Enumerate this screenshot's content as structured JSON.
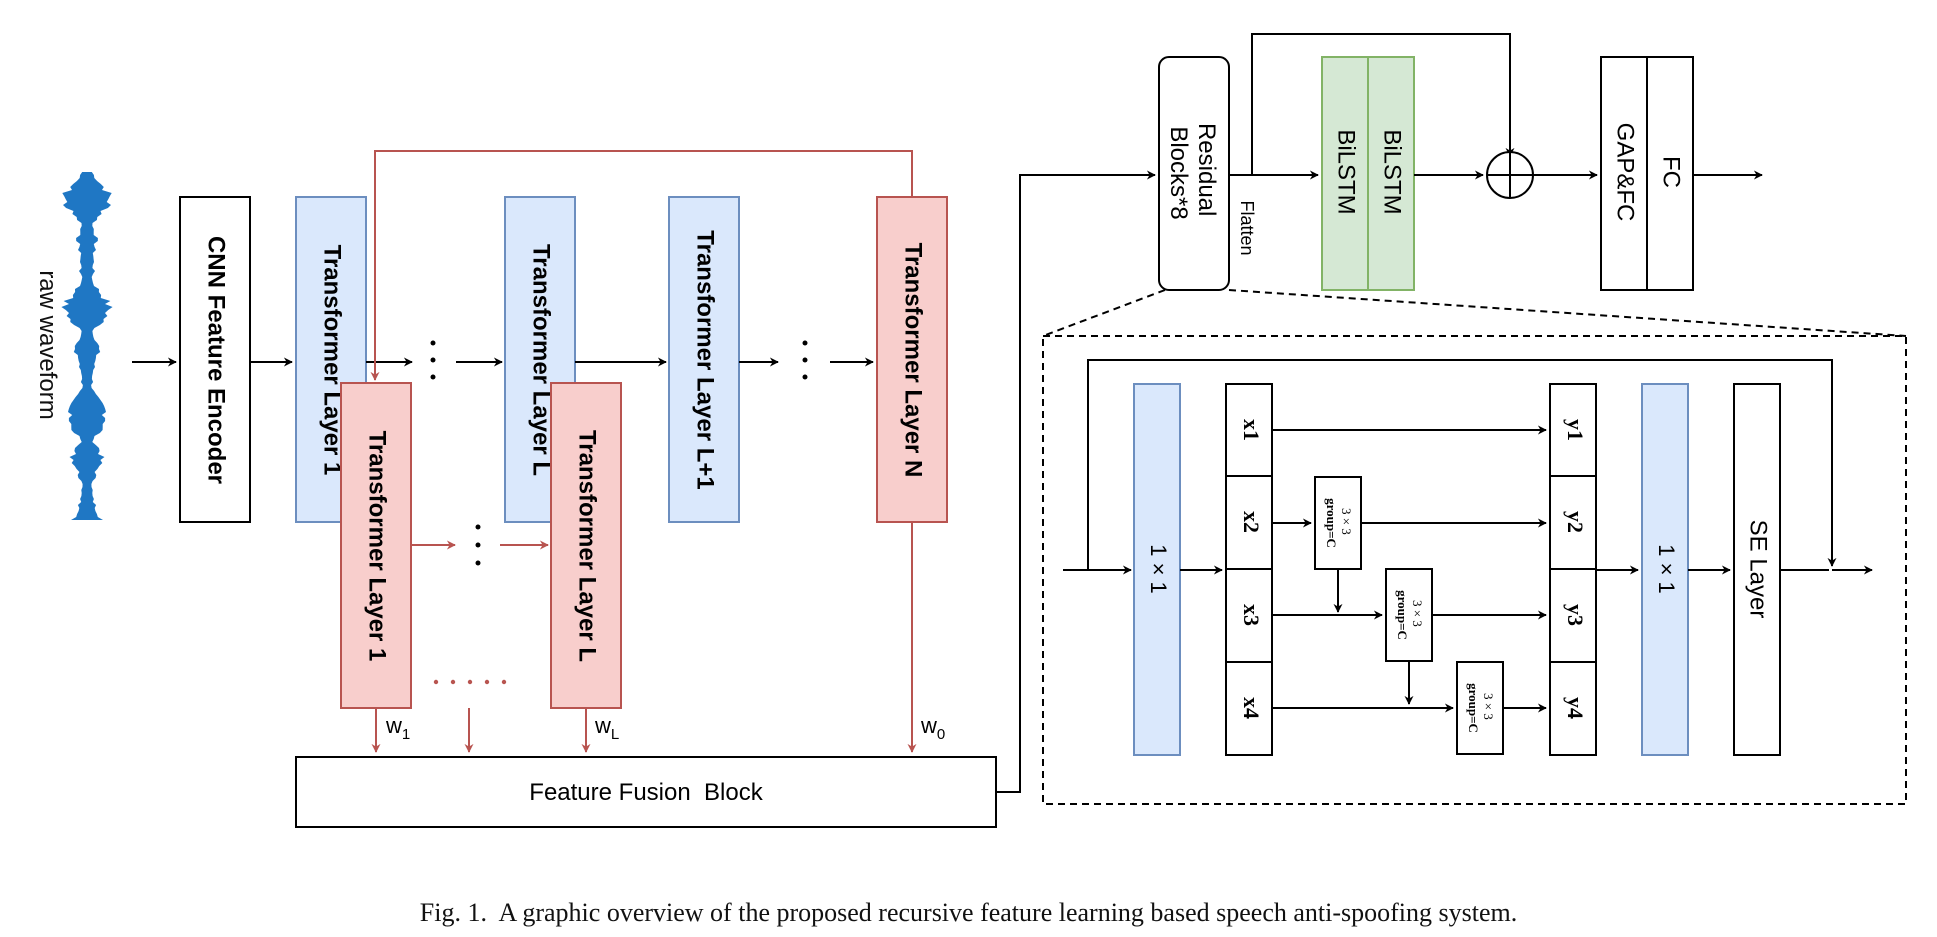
{
  "labels": {
    "raw_waveform": "raw waveform",
    "cnn_encoder": "CNN Feature Encoder",
    "tf_layer_1": "Transformer Layer 1",
    "tf_layer_L": "Transformer Layer L",
    "tf_layer_L1": "Transformer Layer L+1",
    "tf_layer_N": "Transformer Layer N",
    "rec_layer_1": "Transformer Layer 1",
    "rec_layer_L": "Transformer Layer L",
    "fusion": "Feature Fusion  Block",
    "w1": "w",
    "w1_sub": "1",
    "wL": "w",
    "wL_sub": "L",
    "w0": "w",
    "w0_sub": "0",
    "residual": [
      "Residual",
      "Blocks*8"
    ],
    "flatten": "Flatten",
    "bilstm_1": "BiLSTM",
    "bilstm_2": "BiLSTM",
    "gap_fc": "GAP&FC",
    "fc": "FC",
    "conv_1x1_in": "1 × 1",
    "conv_1x1_out": "1 × 1",
    "se_layer": "SE Layer",
    "x": [
      "x1",
      "x2",
      "x3",
      "x4"
    ],
    "y": [
      "y1",
      "y2",
      "y3",
      "y4"
    ],
    "group_conv_top": "3 × 3",
    "group_conv_bottom": "group=C"
  },
  "caption": "Fig. 1.  A graphic overview of the proposed recursive feature learning based speech anti-spoofing system.",
  "colors": {
    "blue_fill": "#dae8fc",
    "blue_stroke": "#6c8ebf",
    "red_fill": "#f8cecc",
    "red_stroke": "#b85450",
    "green_fill": "#d5e8d4",
    "green_stroke": "#82b366",
    "waveform": "#1f77c4",
    "line": "#000000"
  }
}
